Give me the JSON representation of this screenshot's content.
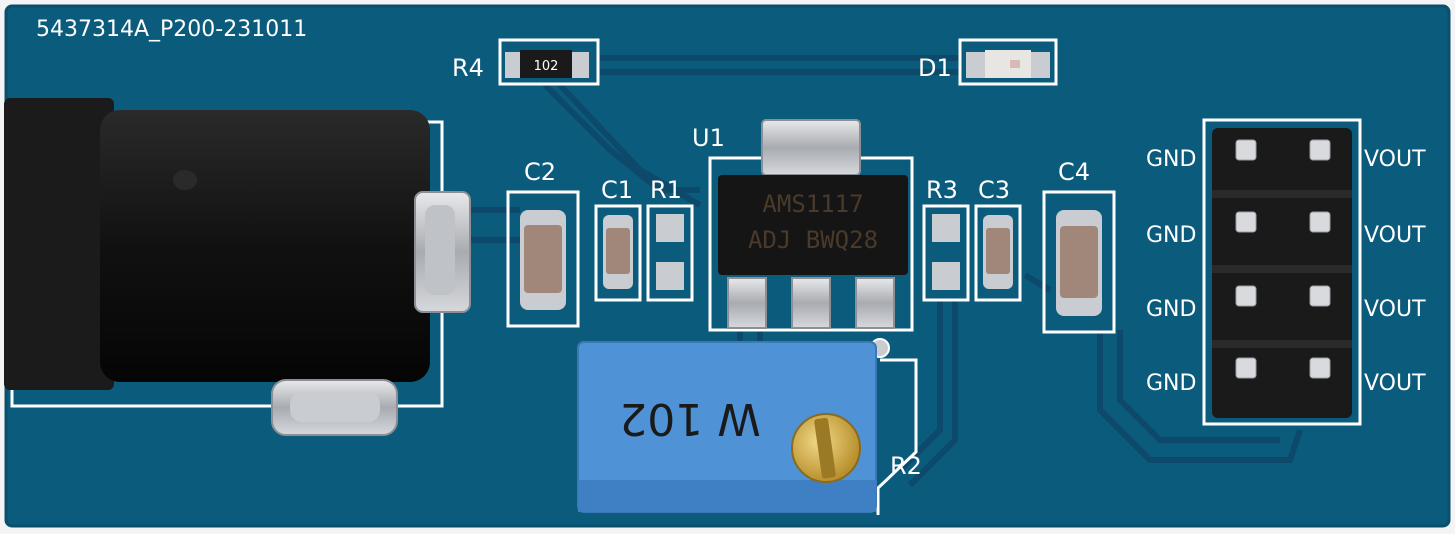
{
  "board": {
    "code": "5437314A_P200-231011",
    "colors": {
      "pcb": "#0b5b7c",
      "pcb_edge": "#0a4f6c",
      "trace": "#0d4869",
      "silkscreen": "#ffffff",
      "pad": "#c9ccd0",
      "pot": "#4f93d6"
    }
  },
  "labels": {
    "r4": "R4",
    "d1": "D1",
    "u1": "U1",
    "c2": "C2",
    "c1": "C1",
    "r1": "R1",
    "r3": "R3",
    "c3": "C3",
    "c4": "C4",
    "r2": "R2"
  },
  "regulator": {
    "line1": "AMS1117",
    "line2": "ADJ BWQ28"
  },
  "resistor_code": "102",
  "potentiometer": {
    "marking": "W 102"
  },
  "header": {
    "left_labels": [
      "GND",
      "GND",
      "GND",
      "GND"
    ],
    "right_labels": [
      "VOUT",
      "VOUT",
      "VOUT",
      "VOUT"
    ]
  }
}
